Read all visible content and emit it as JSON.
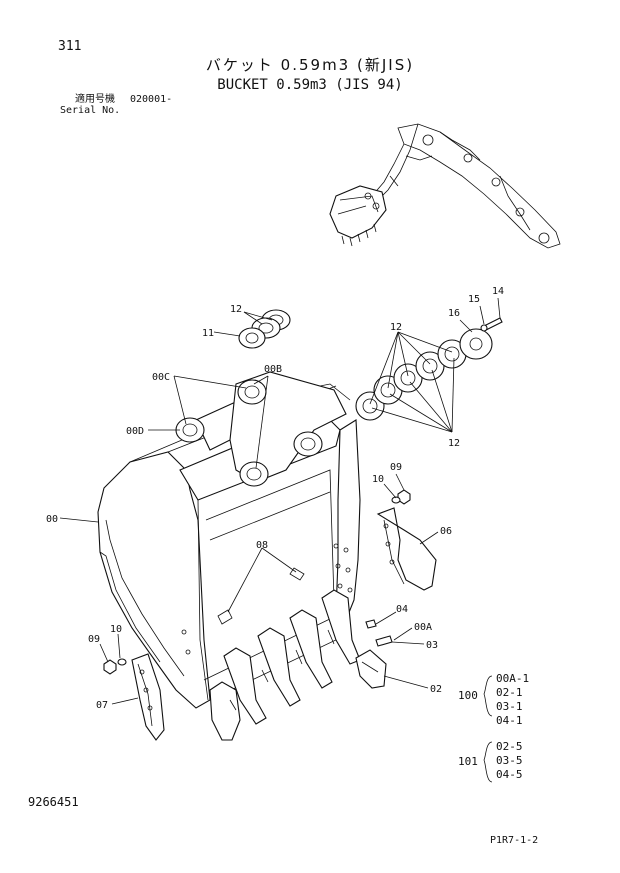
{
  "header": {
    "page_number": "311",
    "title_jp": "バケット 0.59m3 (新JIS)",
    "title_en": "BUCKET 0.59m3 (JIS 94)",
    "serial_label_jp": "適用号機",
    "serial_label_en": "Serial No.",
    "serial_start": "020001-"
  },
  "callouts": {
    "c00": "00",
    "c00a": "00A",
    "c00b": "00B",
    "c00c": "00C",
    "c00d": "00D",
    "c02": "02",
    "c03": "03",
    "c04": "04",
    "c06": "06",
    "c07": "07",
    "c08": "08",
    "c09_right": "09",
    "c09_left": "09",
    "c10_right": "10",
    "c10_left": "10",
    "c11": "11",
    "c12_top": "12",
    "c12_mid": "12",
    "c12_bottom": "12",
    "c14": "14",
    "c15": "15",
    "c16": "16"
  },
  "kits": [
    {
      "id": "100",
      "items": [
        "00A-1",
        "02-1",
        "03-1",
        "04-1"
      ]
    },
    {
      "id": "101",
      "items": [
        "02-5",
        "03-5",
        "04-5"
      ]
    }
  ],
  "footer": {
    "drawing_number": "9266451",
    "sheet_code": "P1R7-1-2"
  }
}
